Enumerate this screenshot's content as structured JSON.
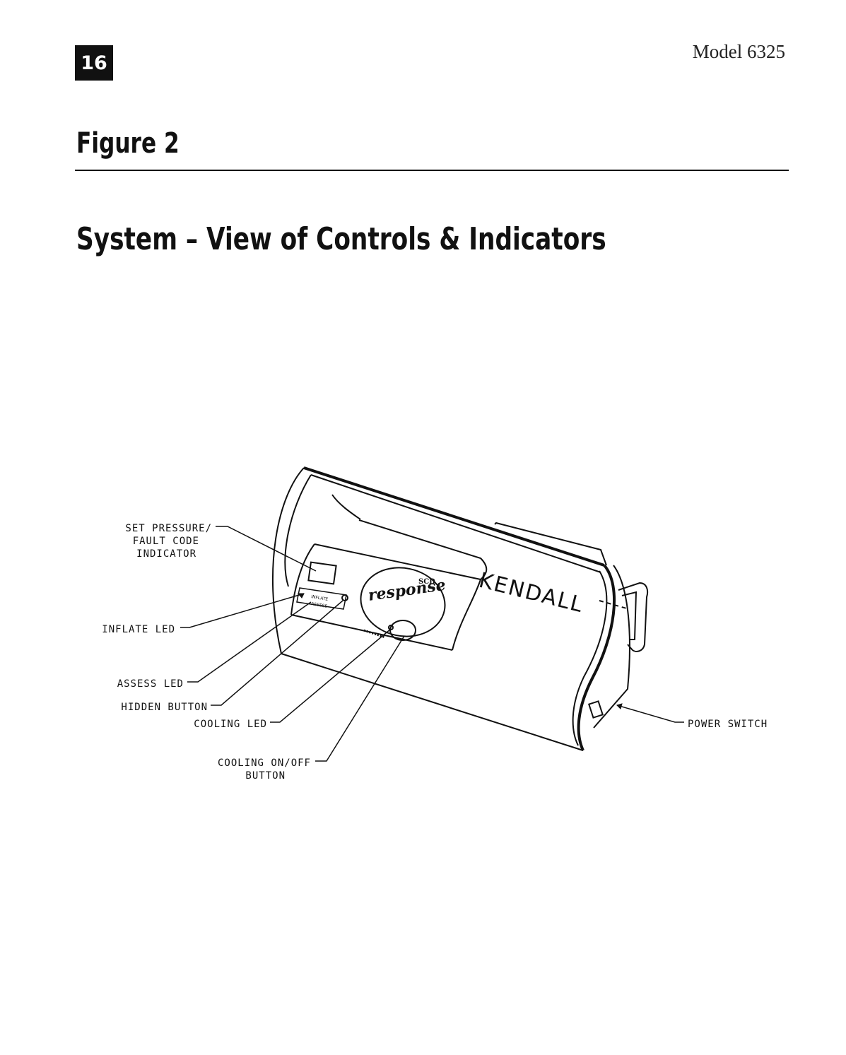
{
  "header": {
    "page_number": "16",
    "model": "Model 6325"
  },
  "figure": {
    "title": "Figure 2",
    "subtitle": "System – View of Controls & Indicators"
  },
  "device": {
    "brand": "KENDALL",
    "product": "response",
    "product_tag": "SCD",
    "panel_label_1": "INFLATE",
    "panel_label_2": "ASSESS"
  },
  "callouts": {
    "set_pressure_1": "SET PRESSURE/",
    "set_pressure_2": "FAULT CODE",
    "set_pressure_3": "INDICATOR",
    "inflate_led": "INFLATE LED",
    "assess_led": "ASSESS LED",
    "hidden_button": "HIDDEN BUTTON",
    "cooling_led": "COOLING LED",
    "cooling_button_1": "COOLING ON/OFF",
    "cooling_button_2": "BUTTON",
    "power_switch": "POWER SWITCH"
  }
}
